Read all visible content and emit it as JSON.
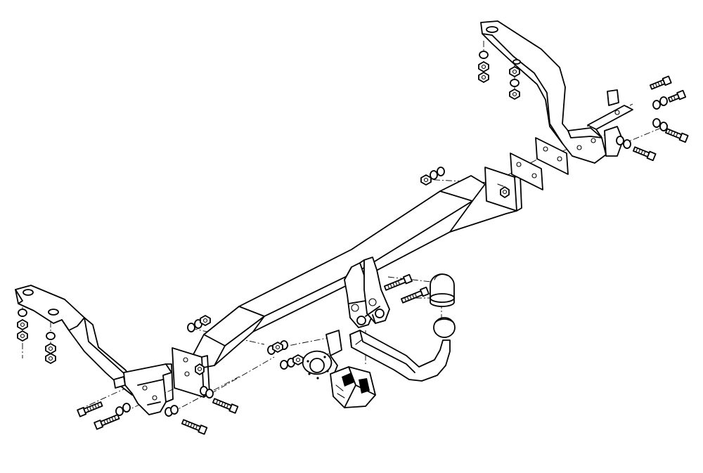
{
  "diagram": {
    "type": "exploded-assembly-line-drawing",
    "subject": "towbar-hitch",
    "colors": {
      "line": "#000000",
      "background": "#ffffff"
    },
    "components": [
      "main-crossbar",
      "left-mounting-bracket",
      "right-mounting-bracket",
      "center-ball-mount-bracket",
      "detachable-tow-ball-arm",
      "tow-ball-cap",
      "socket-plate",
      "electrical-socket",
      "spacer-plates",
      "hex-bolts",
      "washers",
      "hex-nuts"
    ]
  }
}
